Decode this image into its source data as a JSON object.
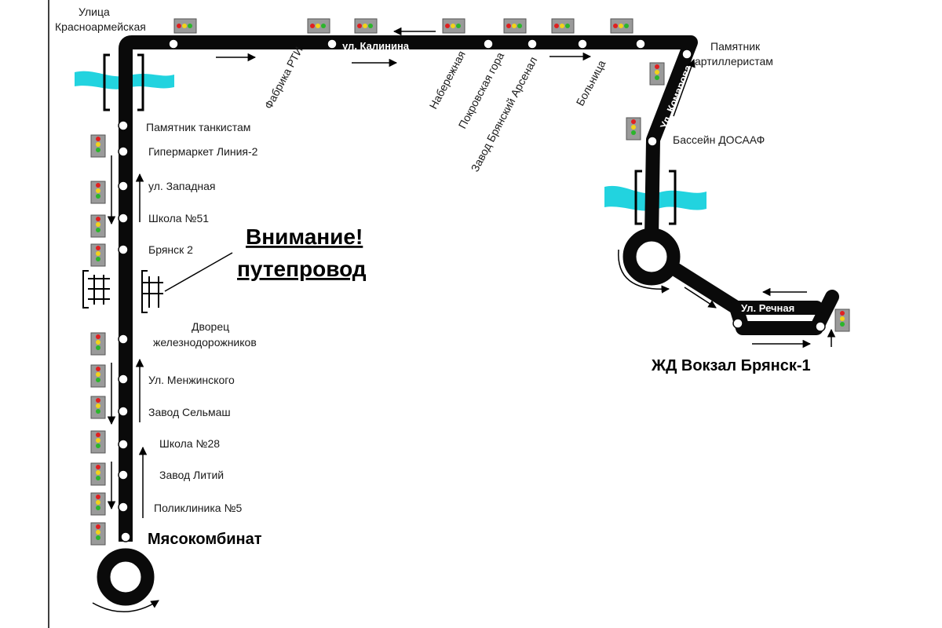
{
  "colors": {
    "route": "#0a0a0a",
    "station_fill": "#ffffff",
    "water": "#22d3df",
    "light_red": "#e02020",
    "light_yellow": "#f2d21a",
    "light_green": "#2bb52b",
    "light_housing": "#9a9a9a"
  },
  "warning": {
    "line1": "Внимание!",
    "line2": "путепровод"
  },
  "terminals": {
    "south": "Мясокомбинат",
    "east": "ЖД Вокзал Брянск-1"
  },
  "streets": {
    "kalinina": "ул. Калинина",
    "komarova": "Ул. Комарова",
    "rechnaya": "Ул. Речная"
  },
  "stations": {
    "krasnoarm_1": "Улица",
    "krasnoarm_2": "Красноармейская",
    "rti": "Фабрика РТИ",
    "naberezhnaya": "Набережная",
    "pokrovskaya": "Покровская гора",
    "arsenal": "Завод Брянский Арсенал",
    "bolnitsa": "Больница",
    "artill_1": "Памятник",
    "artill_2": "артиллеристам",
    "dosaaf": "Бассейн ДОСААФ",
    "tankistam": "Памятник танкистам",
    "liniya2": "Гипермаркет Линия-2",
    "zapadnaya": "ул. Западная",
    "shkola51": "Школа №51",
    "bryansk2": "Брянск 2",
    "dvorets_1": "Дворец",
    "dvorets_2": "железнодорожников",
    "menzhinskogo": "Ул. Менжинского",
    "selmash": "Завод Сельмаш",
    "shkola28": "Школа №28",
    "litiy": "Завод Литий",
    "poliklinika": "Поликлиника №5"
  }
}
